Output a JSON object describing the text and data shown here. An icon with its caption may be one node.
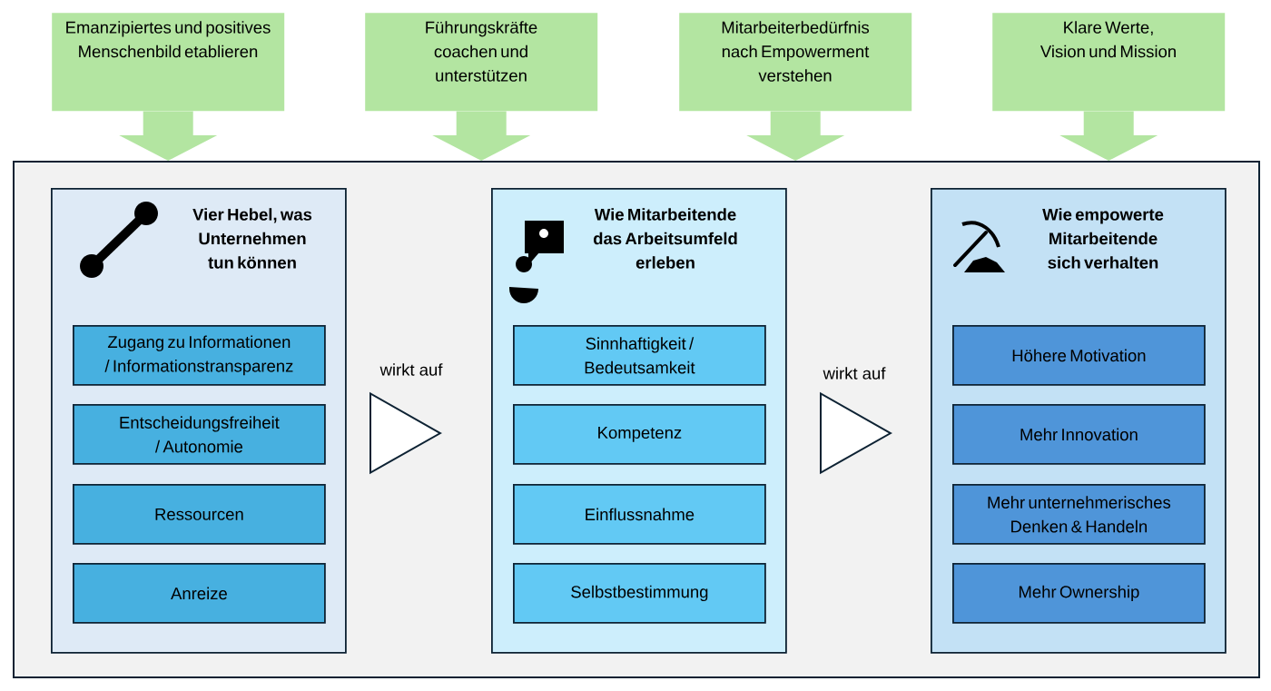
{
  "diagram": {
    "nodes": [
      {
        "text": [
          "Emanzipiertes und positives Menschenbild etablieren"
        ]
      },
      {
        "text": [
          "Führungskräfte coachen und unterstützen"
        ]
      },
      {
        "text": [
          "Mitarbeiterbedürfnis nach Empowerment verstehen"
        ]
      },
      {
        "text": [
          "Klare Werte, Vision und Mission"
        ]
      },
      {
        "text": [],
        "shape": "box"
      },
      {
        "text": [
          "Vier Hebel, was Unternehmen tun können"
        ],
        "in": 4
      },
      {
        "text": [
          "Zugang zu Informationen / Informationstransparenz"
        ],
        "in": 5
      },
      {
        "text": [
          "Entscheidungsfreiheit / Autonomie"
        ],
        "in": 5
      },
      {
        "text": [
          "Ressourcen"
        ],
        "in": 5
      },
      {
        "text": [
          "Anreize"
        ],
        "in": 5
      },
      {
        "text": [
          "Wie Mitarbeitende das Arbeitsumfeld erleben"
        ],
        "in": 4
      },
      {
        "text": [
          "Sinnhaftigkeit / Bedeutsamkeit"
        ],
        "in": 10
      },
      {
        "text": [
          "Kompetenz"
        ],
        "in": 10
      },
      {
        "text": [
          "Einflussnahme"
        ],
        "in": 10
      },
      {
        "text": [
          "Selbstbestimmung"
        ],
        "in": 10
      },
      {
        "text": [
          "Wie empowerte Mitarbeitende sich verhalten"
        ],
        "in": 4
      },
      {
        "text": [
          "Höhere Motivation"
        ],
        "in": 15
      },
      {
        "text": [
          "Mehr Innovation"
        ],
        "in": 15
      },
      {
        "text": [
          "Mehr unternehmerisches Denken & Handeln"
        ],
        "in": 15
      },
      {
        "text": [
          "Mehr Ownership"
        ],
        "in": 15
      }
    ],
    "edges": [
      {
        "from": 0,
        "to": 4,
        "arrow": "to",
        "style": "thick"
      },
      {
        "from": 1,
        "to": 4,
        "arrow": "to",
        "style": "thick"
      },
      {
        "from": 2,
        "to": 4,
        "arrow": "to",
        "style": "thick"
      },
      {
        "from": 3,
        "to": 4,
        "arrow": "to",
        "style": "thick"
      },
      {
        "from": 5,
        "to": 10,
        "arrow": "to",
        "label": "wirkt auf"
      },
      {
        "from": 10,
        "to": 15,
        "arrow": "to",
        "label": "wirkt auf"
      }
    ]
  }
}
